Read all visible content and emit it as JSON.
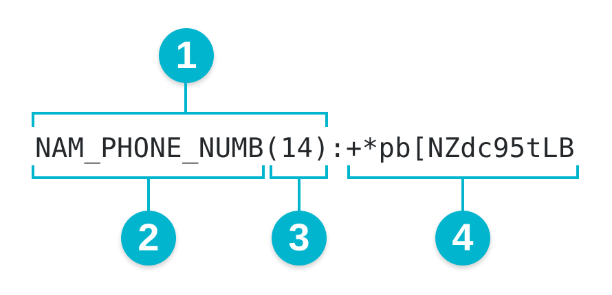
{
  "diagram": {
    "token": {
      "full_text": "NAM_PHONE_NUMB(14):+*pb[NZdc95tLB",
      "name_part": "NAM_PHONE_NUMB",
      "length_part": "(14)",
      "separator": ":",
      "value_part": "+*pb[NZdc95tLB"
    },
    "callouts": [
      {
        "number": "1",
        "refers_to": "NAM_PHONE_NUMB(14)"
      },
      {
        "number": "2",
        "refers_to": "NAM_PHONE_NUMB"
      },
      {
        "number": "3",
        "refers_to": "(14)"
      },
      {
        "number": "4",
        "refers_to": "+*pb[NZdc95tLB"
      }
    ],
    "colors": {
      "accent": "#00b5cd",
      "text": "#25282b",
      "background": "#ffffff"
    }
  }
}
